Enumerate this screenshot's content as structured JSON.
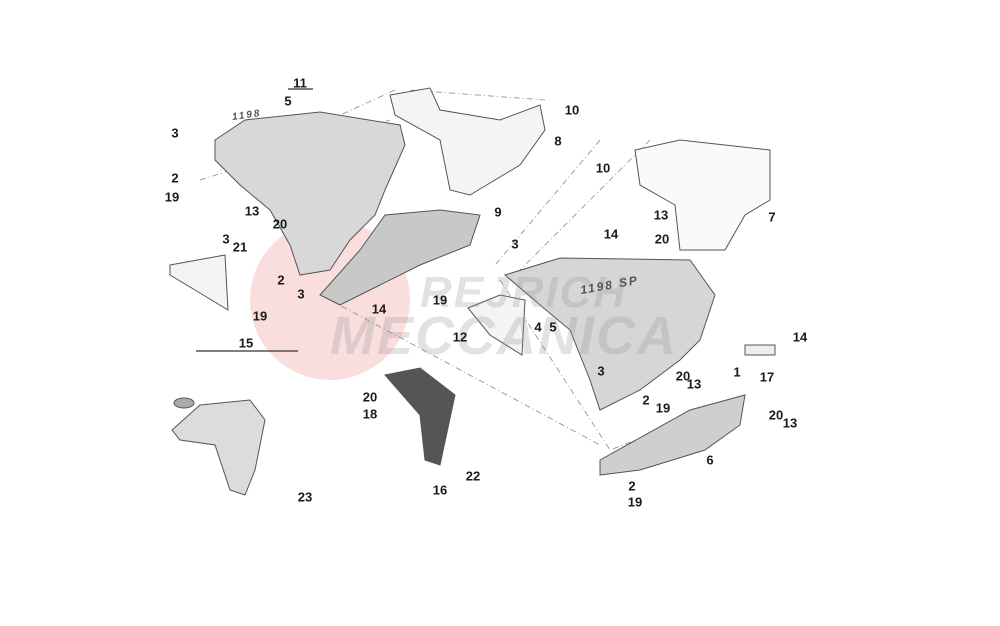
{
  "watermark": {
    "line1": "REJRICH",
    "line2": "MECCANICA",
    "accent_color": "#f3b5b5"
  },
  "decal_texts": {
    "tail": "1198",
    "fairing": "1198 SP"
  },
  "callouts": [
    {
      "part": "11"
    },
    {
      "part": "5"
    },
    {
      "part": "3"
    },
    {
      "part": "2"
    },
    {
      "part": "19"
    },
    {
      "part": "10"
    },
    {
      "part": "8"
    },
    {
      "part": "10"
    },
    {
      "part": "7"
    },
    {
      "part": "9"
    },
    {
      "part": "13"
    },
    {
      "part": "20"
    },
    {
      "part": "3"
    },
    {
      "part": "21"
    },
    {
      "part": "2"
    },
    {
      "part": "3"
    },
    {
      "part": "19"
    },
    {
      "part": "14"
    },
    {
      "part": "13"
    },
    {
      "part": "14"
    },
    {
      "part": "20"
    },
    {
      "part": "3"
    },
    {
      "part": "19"
    },
    {
      "part": "12"
    },
    {
      "part": "4"
    },
    {
      "part": "5"
    },
    {
      "part": "14"
    },
    {
      "part": "1"
    },
    {
      "part": "17"
    },
    {
      "part": "3"
    },
    {
      "part": "20"
    },
    {
      "part": "13"
    },
    {
      "part": "2"
    },
    {
      "part": "19"
    },
    {
      "part": "20"
    },
    {
      "part": "13"
    },
    {
      "part": "6"
    },
    {
      "part": "15"
    },
    {
      "part": "20"
    },
    {
      "part": "18"
    },
    {
      "part": "16"
    },
    {
      "part": "22"
    },
    {
      "part": "23"
    },
    {
      "part": "2"
    },
    {
      "part": "19"
    }
  ]
}
